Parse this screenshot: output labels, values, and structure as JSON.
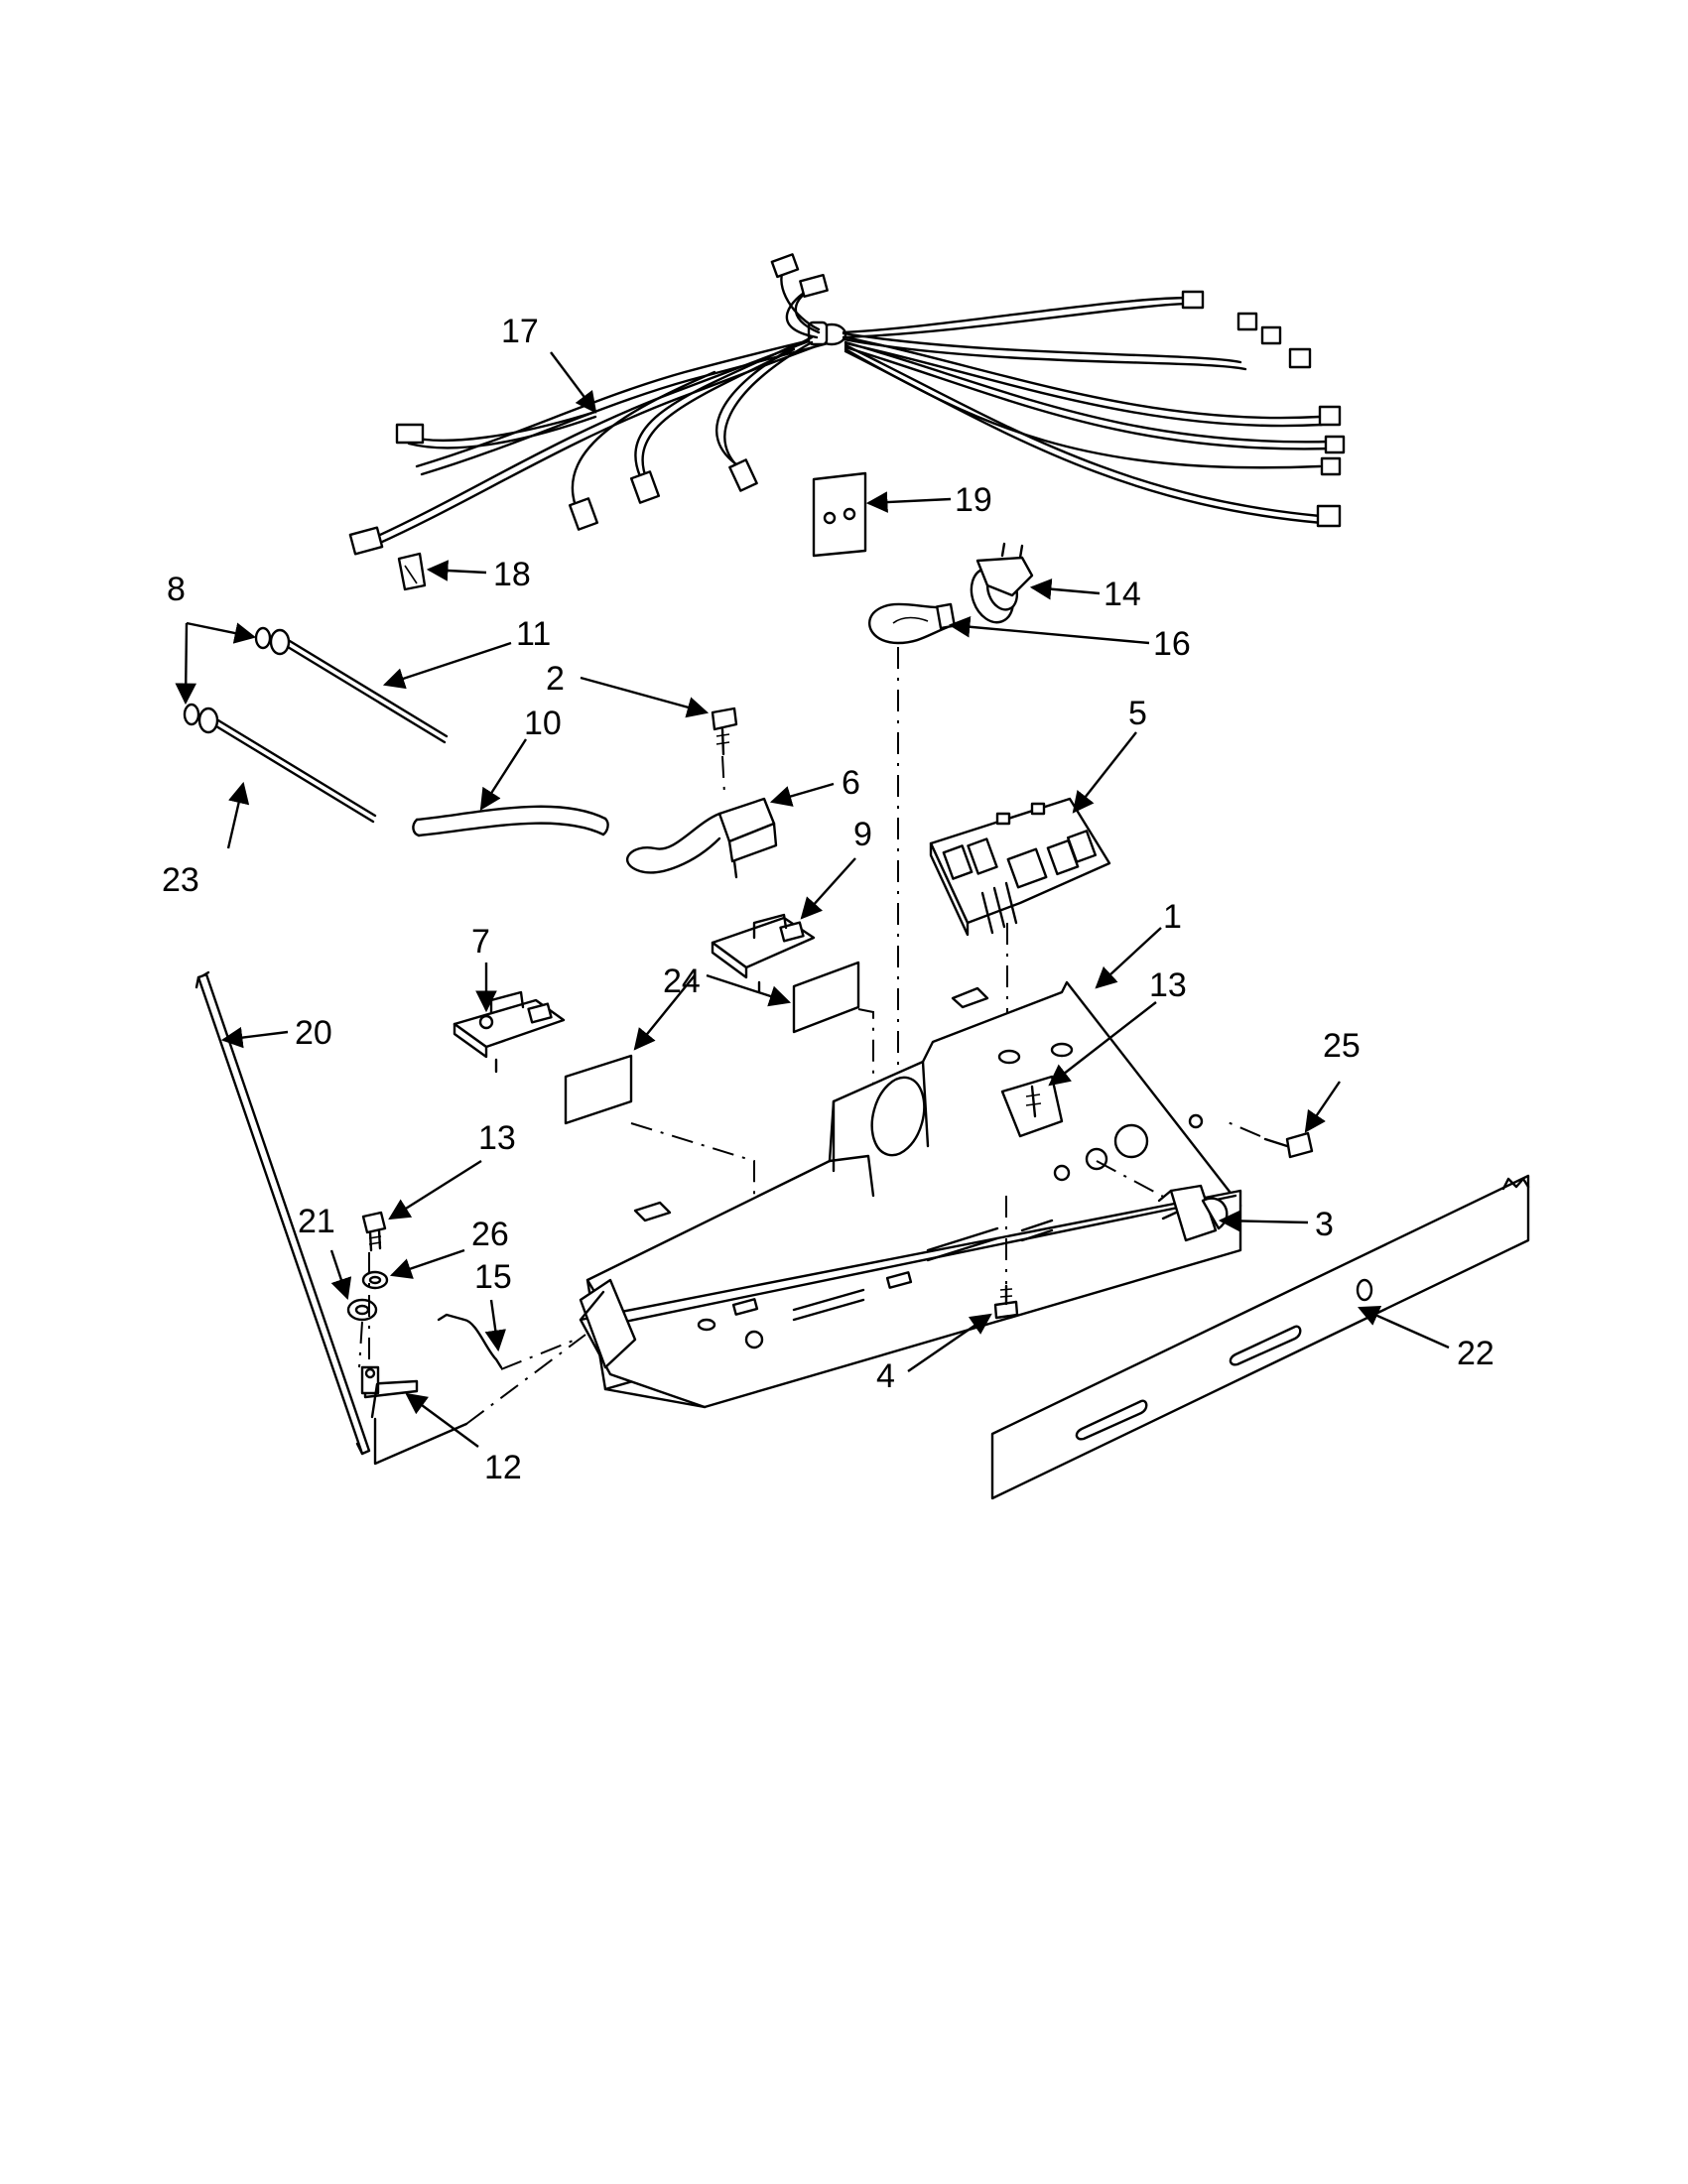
{
  "callouts": [
    {
      "id": "c17",
      "label": "17"
    },
    {
      "id": "c19",
      "label": "19"
    },
    {
      "id": "c18",
      "label": "18"
    },
    {
      "id": "c14",
      "label": "14"
    },
    {
      "id": "c16",
      "label": "16"
    },
    {
      "id": "c8",
      "label": "8"
    },
    {
      "id": "c11",
      "label": "11"
    },
    {
      "id": "c2",
      "label": "2"
    },
    {
      "id": "c10",
      "label": "10"
    },
    {
      "id": "c23",
      "label": "23"
    },
    {
      "id": "c6",
      "label": "6"
    },
    {
      "id": "c5",
      "label": "5"
    },
    {
      "id": "c9",
      "label": "9"
    },
    {
      "id": "c7",
      "label": "7"
    },
    {
      "id": "c24",
      "label": "24"
    },
    {
      "id": "c1",
      "label": "1"
    },
    {
      "id": "c13a",
      "label": "13"
    },
    {
      "id": "c20",
      "label": "20"
    },
    {
      "id": "c25",
      "label": "25"
    },
    {
      "id": "c13b",
      "label": "13"
    },
    {
      "id": "c21",
      "label": "21"
    },
    {
      "id": "c26",
      "label": "26"
    },
    {
      "id": "c15",
      "label": "15"
    },
    {
      "id": "c3",
      "label": "3"
    },
    {
      "id": "c22",
      "label": "22"
    },
    {
      "id": "c4",
      "label": "4"
    },
    {
      "id": "c12",
      "label": "12"
    }
  ]
}
